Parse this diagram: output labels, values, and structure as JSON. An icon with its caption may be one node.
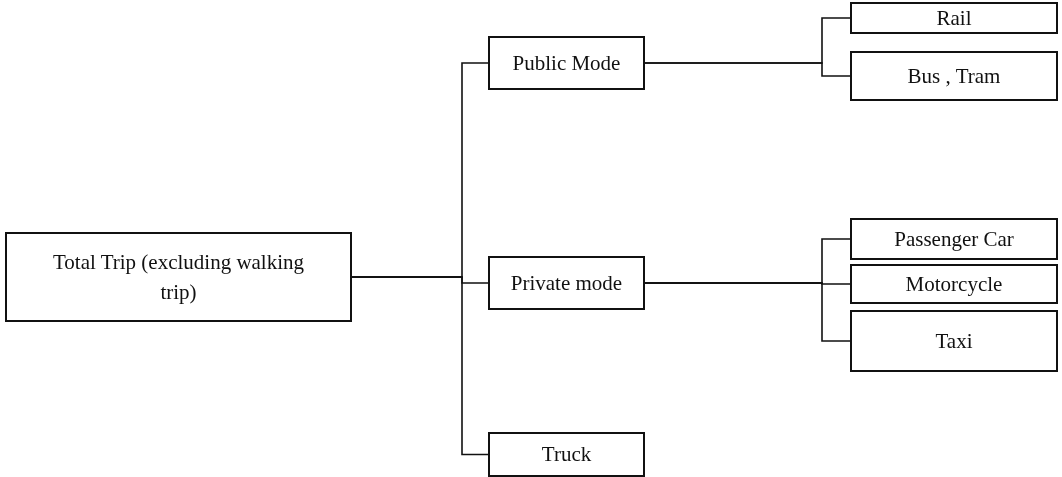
{
  "diagram": {
    "nodes": [
      {
        "text": [
          "Total Trip (excluding walking trip)"
        ]
      },
      {
        "text": [
          "Public Mode"
        ]
      },
      {
        "text": [
          "Rail"
        ]
      },
      {
        "text": [
          "Bus , Tram"
        ]
      },
      {
        "text": [
          "Private mode"
        ]
      },
      {
        "text": [
          "Passenger Car"
        ]
      },
      {
        "text": [
          "Motorcycle"
        ]
      },
      {
        "text": [
          "Taxi"
        ]
      },
      {
        "text": [
          "Truck"
        ]
      }
    ],
    "edges": [
      {
        "from": 0,
        "to": 1,
        "arrow": "none"
      },
      {
        "from": 0,
        "to": 4,
        "arrow": "none"
      },
      {
        "from": 0,
        "to": 8,
        "arrow": "none"
      },
      {
        "from": 1,
        "to": 2,
        "arrow": "none"
      },
      {
        "from": 1,
        "to": 3,
        "arrow": "none"
      },
      {
        "from": 4,
        "to": 5,
        "arrow": "none"
      },
      {
        "from": 4,
        "to": 6,
        "arrow": "none"
      },
      {
        "from": 4,
        "to": 7,
        "arrow": "none"
      }
    ]
  }
}
